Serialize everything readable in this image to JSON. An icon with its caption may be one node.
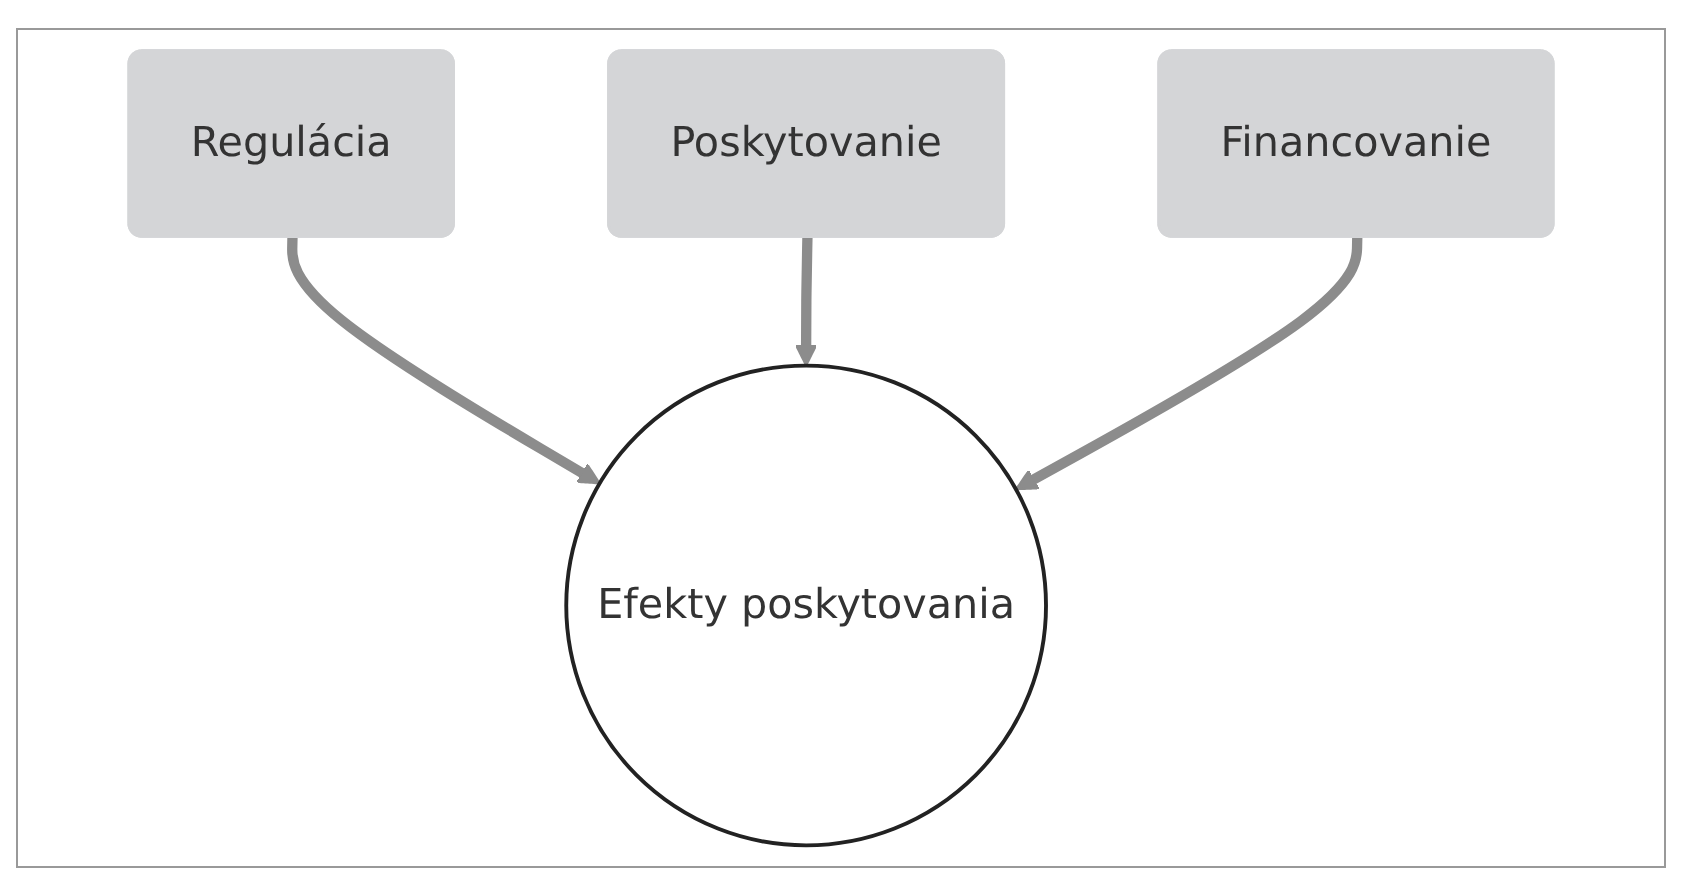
{
  "diagram": {
    "nodes": [
      {
        "text": [
          "Regulácia"
        ]
      },
      {
        "text": [
          "Poskytovanie"
        ]
      },
      {
        "text": [
          "Financovanie"
        ]
      },
      {
        "text": [
          "Efekty poskytovania"
        ]
      }
    ],
    "edges": [
      {
        "from": 0,
        "to": 3,
        "arrow": "to"
      },
      {
        "from": 1,
        "to": 3,
        "arrow": "to"
      },
      {
        "from": 2,
        "to": 3,
        "arrow": "to"
      }
    ]
  }
}
